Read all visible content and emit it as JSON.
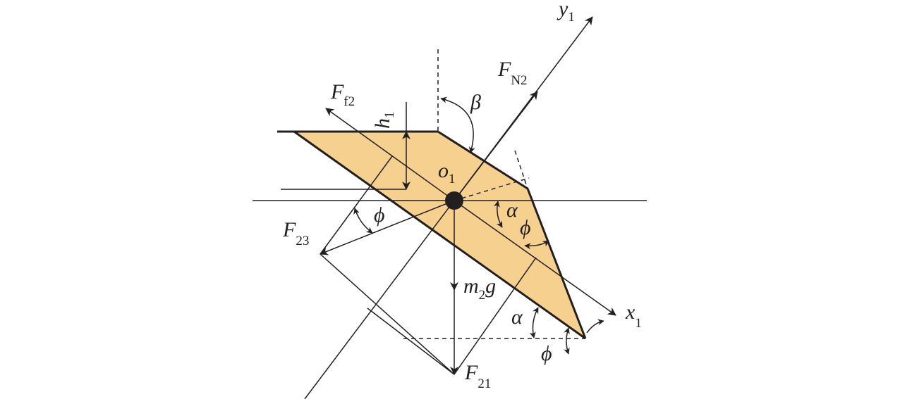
{
  "colors": {
    "body_fill": "#f5d08f",
    "ink": "#231f20",
    "background": "#ffffff"
  },
  "labels": {
    "y1": {
      "main": "y",
      "sub": "1"
    },
    "x1": {
      "main": "x",
      "sub": "1"
    },
    "fn2": {
      "main": "F",
      "sub": "N2"
    },
    "ff2": {
      "main": "F",
      "sub": "f2"
    },
    "h1": {
      "main": "h",
      "sub": "1"
    },
    "beta": {
      "main": "β"
    },
    "o1": {
      "main": "o",
      "sub": "1"
    },
    "alpha_center": {
      "main": "α"
    },
    "phi_right": {
      "main": "ϕ"
    },
    "phi_left": {
      "main": "ϕ"
    },
    "f23": {
      "main": "F",
      "sub": "23"
    },
    "m2g": {
      "main": "m",
      "sub": "2",
      "tail": "g"
    },
    "alpha_bottom": {
      "main": "α"
    },
    "phi_bottom": {
      "main": "ϕ"
    },
    "f21": {
      "main": "F",
      "sub": "21"
    }
  }
}
